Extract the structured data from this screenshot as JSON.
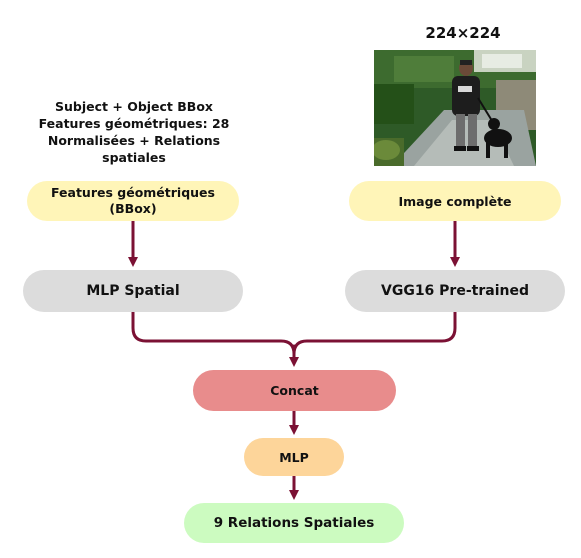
{
  "input_note": {
    "lines": [
      "Subject + Object BBox",
      "Features géométriques: 28",
      "Normalisées + Relations",
      "spatiales"
    ]
  },
  "image_size": "224×224",
  "nodes": {
    "geo_features": {
      "line1": "Features géométriques",
      "line2": "(BBox)"
    },
    "full_image": "Image complète",
    "mlp_spatial": "MLP Spatial",
    "vgg16": "VGG16 Pre-trained",
    "concat": "Concat",
    "mlp": "MLP",
    "output": "9 Relations Spatiales"
  },
  "colors": {
    "arrow": "#7b1134",
    "input_node": "#fff5b8",
    "gray_node": "#dcdcdc",
    "concat_node": "#e88c8c",
    "mlp_node": "#fdd59a",
    "output_node": "#ccfbc0"
  },
  "photo_icon": "person-walking-dog-photo"
}
